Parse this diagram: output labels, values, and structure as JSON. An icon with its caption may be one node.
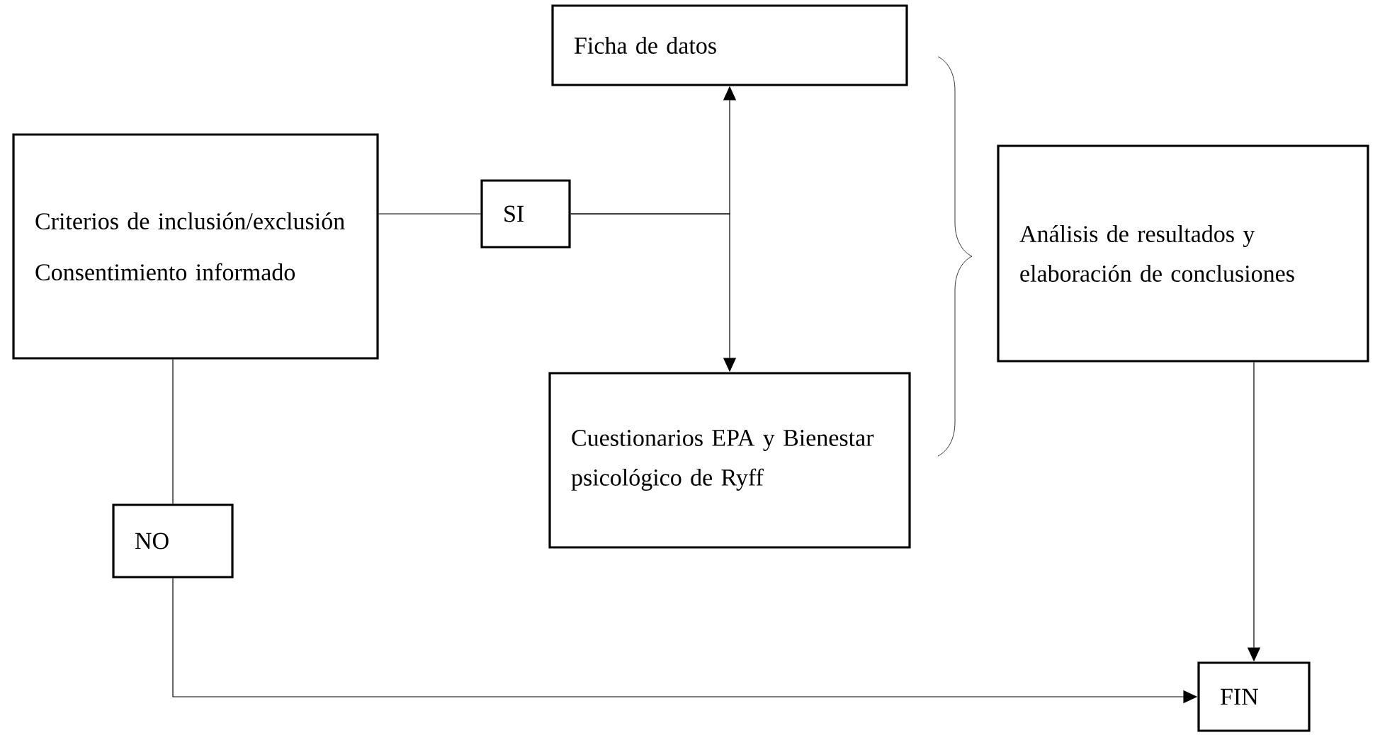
{
  "diagram": {
    "nodes": [
      {
        "text": [
          "Criterios de inclusión/exclusión",
          "Consentimiento informado"
        ]
      },
      {
        "text": [
          "SI"
        ]
      },
      {
        "text": [
          "Ficha de datos"
        ]
      },
      {
        "text": [
          "Cuestionarios EPA y Bienestar psicológico de Ryff"
        ]
      },
      {
        "text": [
          "Análisis de resultados y elaboración de conclusiones"
        ]
      },
      {
        "text": [
          "NO"
        ]
      },
      {
        "text": [
          "FIN"
        ]
      }
    ],
    "edges": [
      {
        "from": 0,
        "to": 1,
        "arrow": "none"
      },
      {
        "from": 1,
        "to": 2,
        "arrow": "to"
      },
      {
        "from": 1,
        "to": 3,
        "arrow": "to"
      },
      {
        "from": 0,
        "to": 5,
        "arrow": "none"
      },
      {
        "from": 5,
        "to": 6,
        "arrow": "to"
      },
      {
        "from": 4,
        "to": 6,
        "arrow": "to"
      }
    ]
  }
}
